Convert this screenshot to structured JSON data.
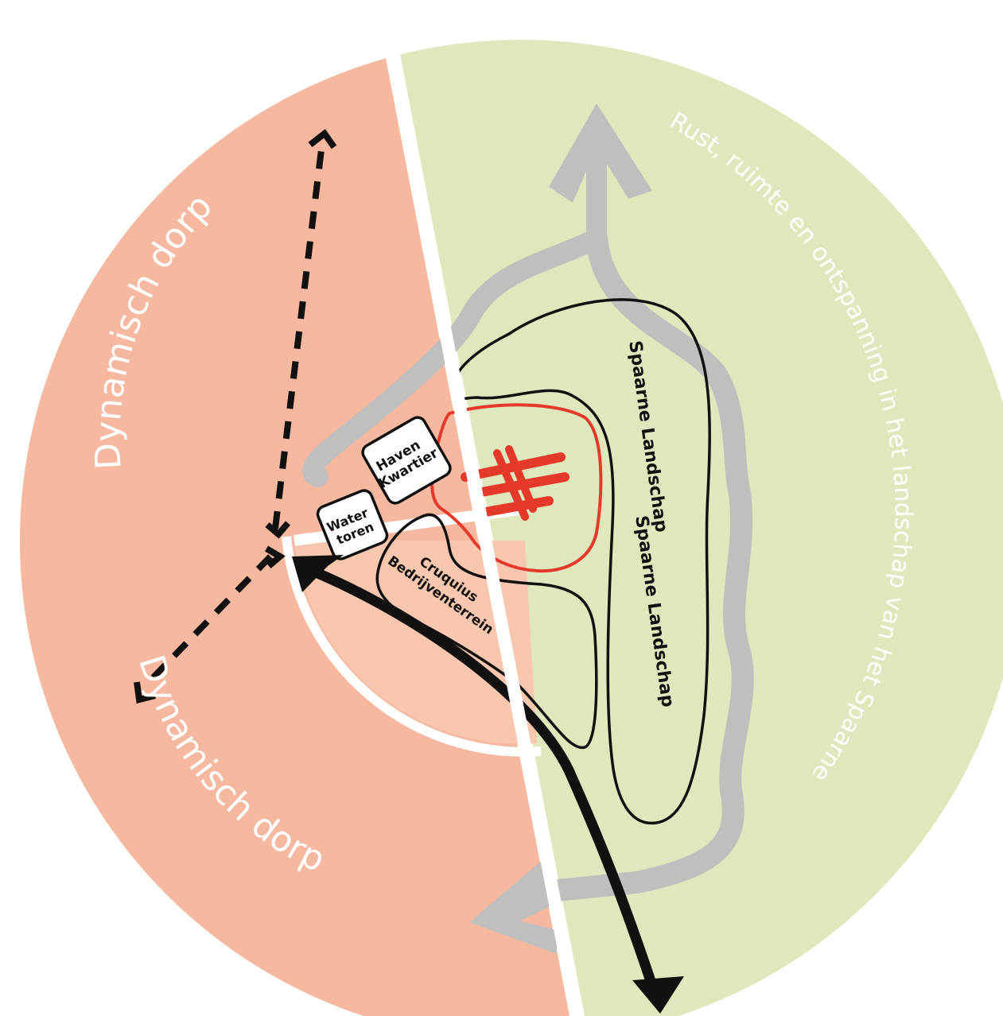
{
  "diagram": {
    "ring_labels": {
      "dorp_upper": "Dynamisch dorp",
      "dorp_lower": "Dynamisch dorp",
      "landschap": "Rust, ruimte en ontspanning in het landschap van het Spaarne"
    },
    "zones": {
      "haven": [
        "Haven",
        "Kwartier"
      ],
      "watertoren": [
        "Water",
        "toren"
      ],
      "cruquius": [
        "Cruquius",
        "Bedrijventerrein"
      ],
      "spaarne_outer": "Spaarne Landschap",
      "spaarne_inner": "Spaarne Landschap"
    },
    "colors": {
      "dorp_fill": "#f7b8a0",
      "inner_dorp_fill": "#f9c7ad",
      "landschap_fill": "#dfe8bd",
      "route_gray": "#bfbfbf",
      "route_black": "#111111",
      "accent_red": "#e53a2a",
      "label_white": "#ffffff"
    },
    "icons": [
      "heemstede-logo-icon"
    ]
  }
}
